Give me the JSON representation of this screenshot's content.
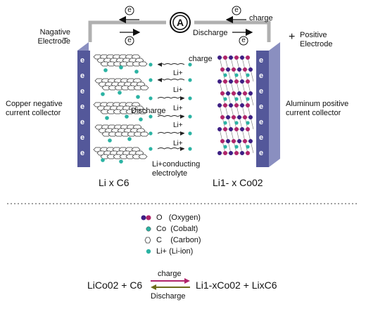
{
  "electrons": [
    "e",
    "e",
    "e",
    "e"
  ],
  "labels": {
    "negative_electrode": [
      "Nagative",
      "Electrode"
    ],
    "positive_electrode": [
      "Positive",
      "Electrode"
    ],
    "minus": "–",
    "plus": "+",
    "ammeter": "A",
    "charge_top": "charge",
    "discharge_top": "Discharge",
    "copper_collector": [
      "Copper negative",
      "current collector"
    ],
    "aluminum_collector": [
      "Aluminum positive",
      "current collector"
    ],
    "electrolyte": [
      "Li+conducting",
      "electrolyte"
    ],
    "anode_formula": "Li x C6",
    "cathode_formula": "Li1- x Co02"
  },
  "electrolyte_labels": {
    "charge": "charge",
    "ions": [
      "Li+",
      "Li+",
      "Li+",
      "Li+",
      "Li+"
    ],
    "discharge": "Discharge"
  },
  "collector_e": [
    "e",
    "e",
    "e",
    "e",
    "e",
    "e",
    "e"
  ],
  "legend": [
    {
      "symbol": "O",
      "text": "(Oxygen)"
    },
    {
      "symbol": "Co",
      "text": "(Cobalt)"
    },
    {
      "symbol": "C",
      "text": "(Carbon)"
    },
    {
      "symbol": "Li+",
      "text": "(Li-ion)"
    }
  ],
  "equation": {
    "left": "LiCo02 + C6",
    "right": "Li1-xCo02 + LixC6",
    "charge": "charge",
    "discharge": "Discharge"
  },
  "colors": {
    "wire": "#b0b0b0",
    "collector_front": "#54589a",
    "collector_side": "#8a8fc0",
    "ion": "#2bb3a3",
    "oxygen": "#3d1f84",
    "cobalt": "#b0246a",
    "charge_arrow": "#b0246a",
    "discharge_arrow": "#6b6a18"
  }
}
